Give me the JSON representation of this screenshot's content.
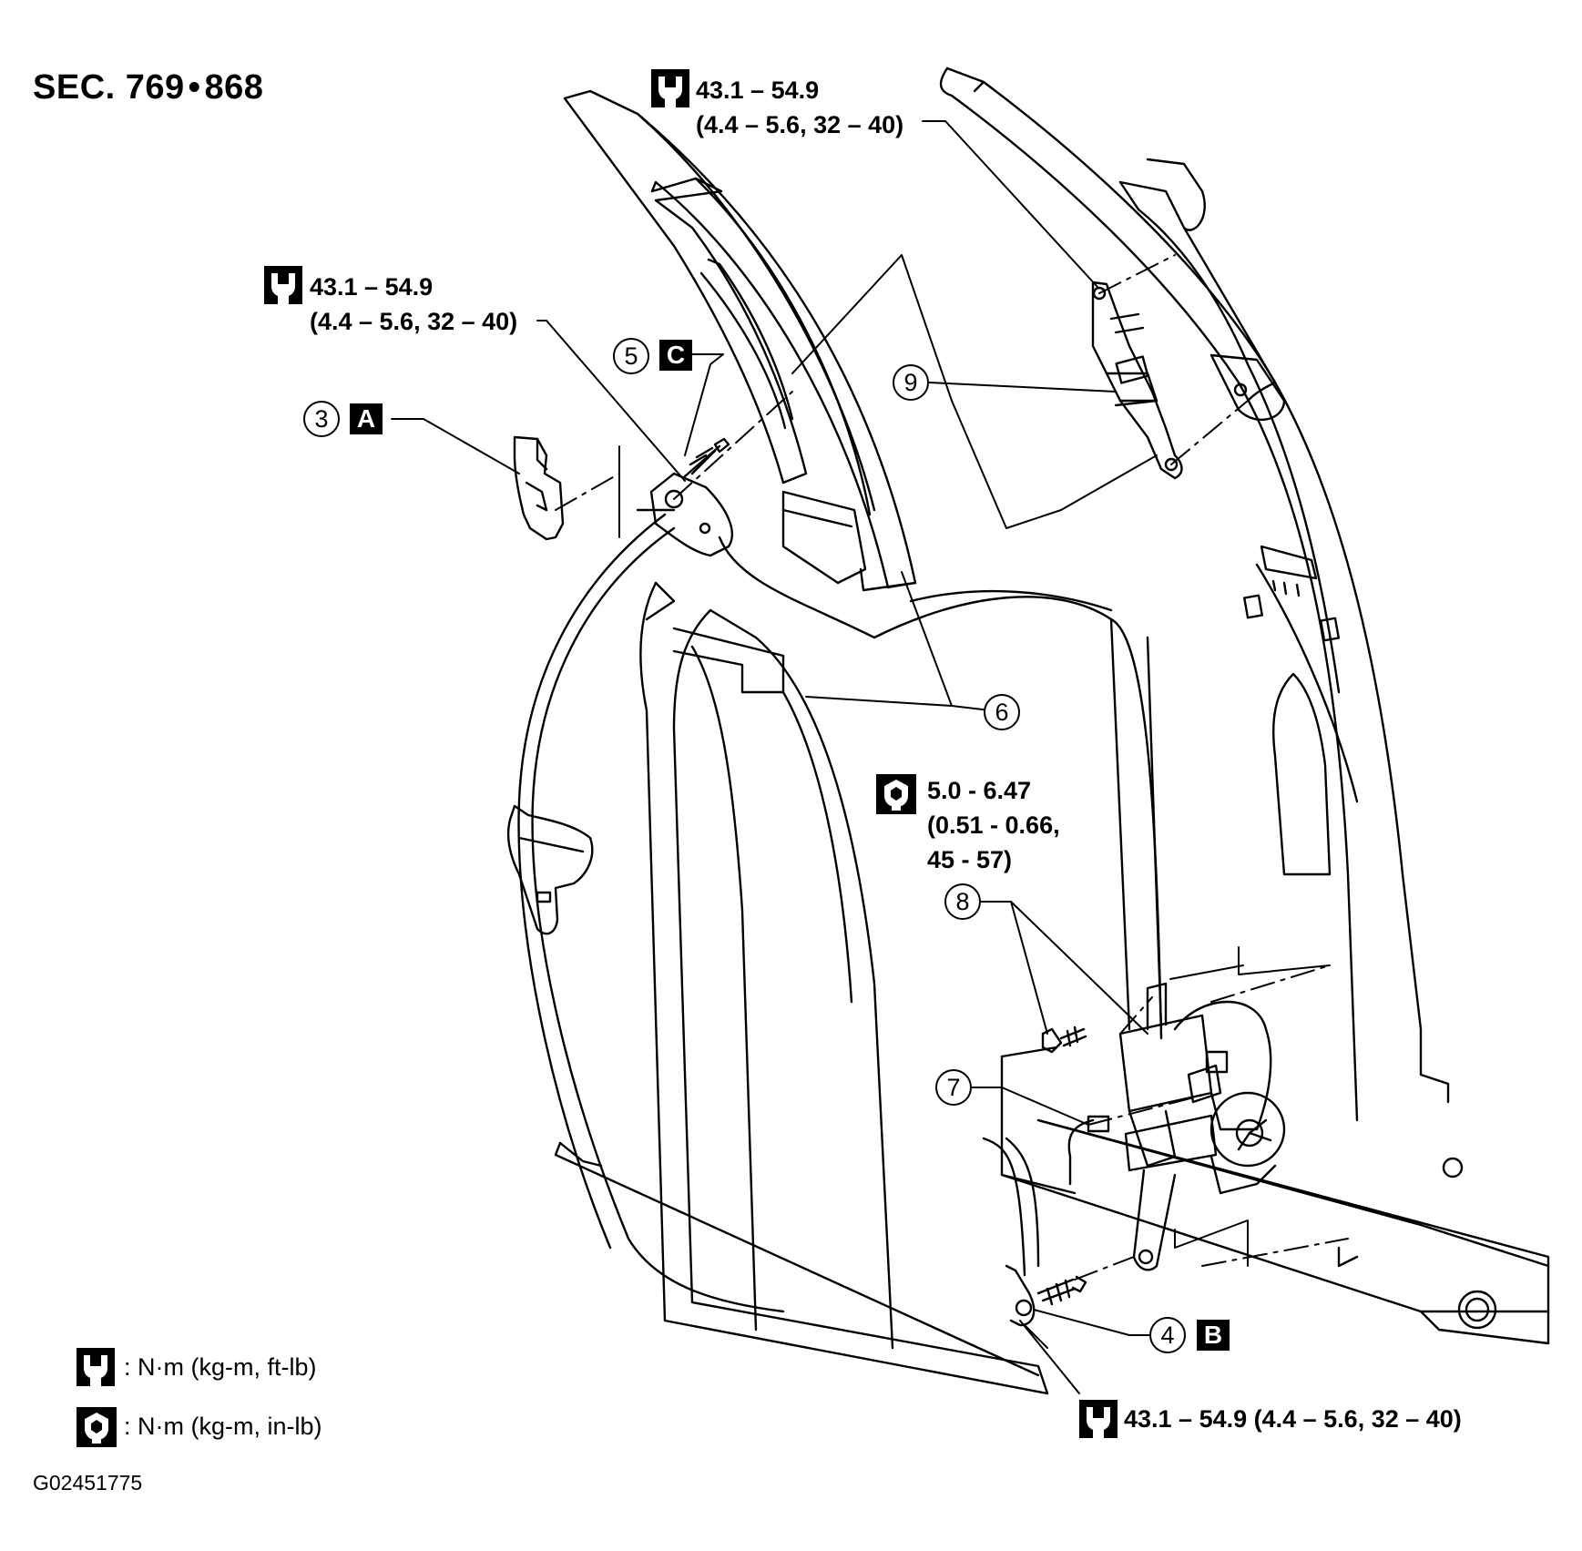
{
  "header": {
    "section": "SEC. 769",
    "bullet": "•",
    "section_b": "868"
  },
  "torques": {
    "top_right": {
      "line1": "43.1 – 54.9",
      "line2": "(4.4 – 5.6, 32 – 40)"
    },
    "upper_left": {
      "line1": "43.1 – 54.9",
      "line2": "(4.4 – 5.6, 32 – 40)"
    },
    "retractor": {
      "line1": "5.0 - 6.47",
      "line2": "(0.51 - 0.66,",
      "line3": "45 - 57)"
    },
    "bottom": {
      "line1": "43.1 – 54.9 (4.4 – 5.6, 32 – 40)"
    }
  },
  "callouts": [
    {
      "num": "3",
      "tag": "A"
    },
    {
      "num": "4",
      "tag": "B"
    },
    {
      "num": "5",
      "tag": "C"
    },
    {
      "num": "6",
      "tag": ""
    },
    {
      "num": "7",
      "tag": ""
    },
    {
      "num": "8",
      "tag": ""
    },
    {
      "num": "9",
      "tag": ""
    }
  ],
  "legend": {
    "wrench_open": ": N·m (kg-m, ft-lb)",
    "wrench_hex": ": N·m (kg-m, in-lb)"
  },
  "footer": {
    "code": "G02451775"
  },
  "icons": [
    "torque-wrench-icon",
    "torque-hex-icon",
    "anchor-bolt-icon",
    "retractor-icon",
    "height-adjuster-icon"
  ],
  "colors": {
    "line": "#000000",
    "background": "#ffffff"
  }
}
